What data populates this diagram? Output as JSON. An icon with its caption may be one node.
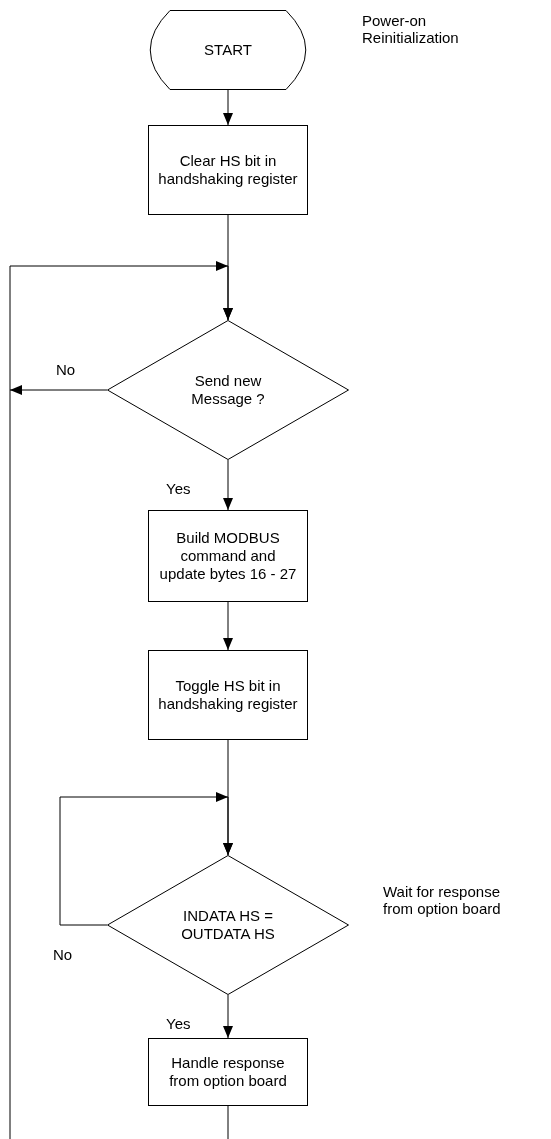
{
  "diagram": {
    "nodes": [
      {
        "text": [
          "START"
        ],
        "beside": [
          "Power-on Reinitialization"
        ]
      },
      {
        "text": [
          "Clear HS bit in handshaking register"
        ]
      },
      {
        "text": [
          "Send new Message ?"
        ]
      },
      {
        "text": [
          "Build MODBUS command and update bytes 16 - 27"
        ]
      },
      {
        "text": [
          "Toggle HS bit in handshaking register"
        ]
      },
      {
        "text": [
          "INDATA HS = OUTDATA HS"
        ],
        "beside": [
          "Wait for response from option board"
        ]
      },
      {
        "text": [
          "Handle response from option board"
        ]
      }
    ],
    "edges": [
      {
        "from": 0,
        "to": 1,
        "arrow": "to"
      },
      {
        "from": 1,
        "to": 2,
        "arrow": "to"
      },
      {
        "from": 2,
        "to": null,
        "arrow": "to",
        "label": "No"
      },
      {
        "from": 2,
        "to": 3,
        "arrow": "to",
        "label": "Yes"
      },
      {
        "from": 3,
        "to": 4,
        "arrow": "to"
      },
      {
        "from": 4,
        "to": 5,
        "arrow": "to"
      },
      {
        "from": 5,
        "to": 5,
        "arrow": "to",
        "label": "No"
      },
      {
        "from": 5,
        "to": 6,
        "arrow": "to",
        "label": "Yes"
      },
      {
        "from": 6,
        "to": null,
        "arrow": "none"
      },
      {
        "from": null,
        "to": 2,
        "arrow": "to"
      }
    ]
  }
}
